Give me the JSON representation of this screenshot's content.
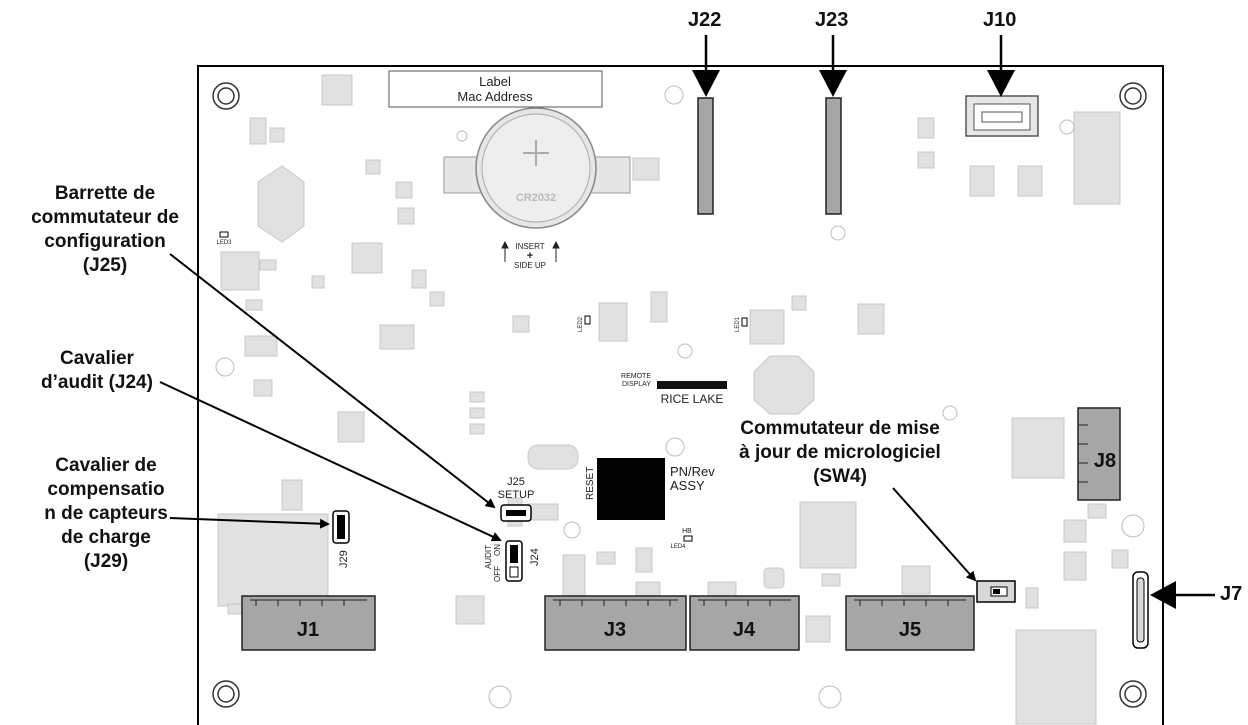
{
  "labels": {
    "j22": "J22",
    "j23": "J23",
    "j10": "J10",
    "j7": "J7",
    "setup_switch": "Barrette de\ncommutateur de\nconfiguration\n(J25)",
    "audit_jumper": "Cavalier\nd’audit (J24)",
    "load_cell_jumper": "Cavalier de\ncompensatio\nn de capteurs\nde charge\n(J29)",
    "firmware_switch": "Commutateur de mise\nà jour de micrologiciel\n(SW4)"
  },
  "board": {
    "label_line1": "Label",
    "label_line2": "Mac Address",
    "battery": "CR2032",
    "insert_1": "INSERT",
    "insert_2": "+",
    "insert_3": "SIDE UP",
    "remote_1": "REMOTE",
    "remote_2": "DISPLAY",
    "brand": "RICE LAKE",
    "pn_1": "PN/Rev",
    "pn_2": "ASSY",
    "reset": "RESET",
    "j25": "J25",
    "setup": "SETUP",
    "j24": "J24",
    "audit": "AUDIT",
    "on": "ON",
    "off": "OFF",
    "j29": "J29",
    "hb": "HB",
    "led1": "LED1",
    "led2": "LED2",
    "led3": "LED3",
    "led4": "LED4",
    "j8": "J8",
    "j1": "J1",
    "j3": "J3",
    "j4": "J4",
    "j5": "J5"
  },
  "colors": {
    "connector": "#a6a6a6",
    "component": "#e1e1e1",
    "chip": "#000000",
    "arrow": "#000000"
  }
}
